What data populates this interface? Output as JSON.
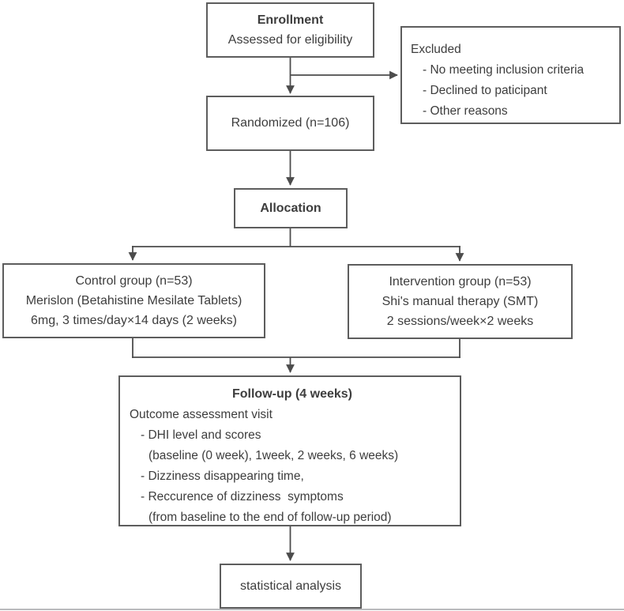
{
  "diagram": {
    "enrollment": {
      "title": "Enrollment",
      "subtitle": "Assessed for eligibility"
    },
    "excluded": {
      "title": "Excluded",
      "items": [
        "- No meeting inclusion criteria",
        "- Declined to paticipant",
        "- Other reasons"
      ]
    },
    "randomized": {
      "label": "Randomized (n=106)"
    },
    "allocation": {
      "label": "Allocation"
    },
    "control": {
      "lines": [
        "Control group (n=53)",
        "Merislon (Betahistine Mesilate Tablets)",
        "6mg, 3 times/day×14 days (2 weeks)"
      ]
    },
    "intervention": {
      "lines": [
        "Intervention group (n=53)",
        "Shi's manual therapy (SMT)",
        "2 sessions/week×2 weeks"
      ]
    },
    "followup": {
      "title": "Follow-up (4 weeks)",
      "lines": [
        "Outcome assessment visit",
        "- DHI level and scores",
        "(baseline (0 week), 1week, 2 weeks, 6 weeks)",
        "- Dizziness disappearing time,",
        "- Reccurence of dizziness  symptoms",
        "(from baseline to the end of follow-up period)"
      ]
    },
    "statistical": {
      "label": "statistical analysis"
    },
    "colors": {
      "box_border": "#5d5d5d",
      "connector": "#4c4c4c",
      "text": "#3d3d3d",
      "background": "#ffffff",
      "bottom_rule": "#b9babc"
    }
  }
}
